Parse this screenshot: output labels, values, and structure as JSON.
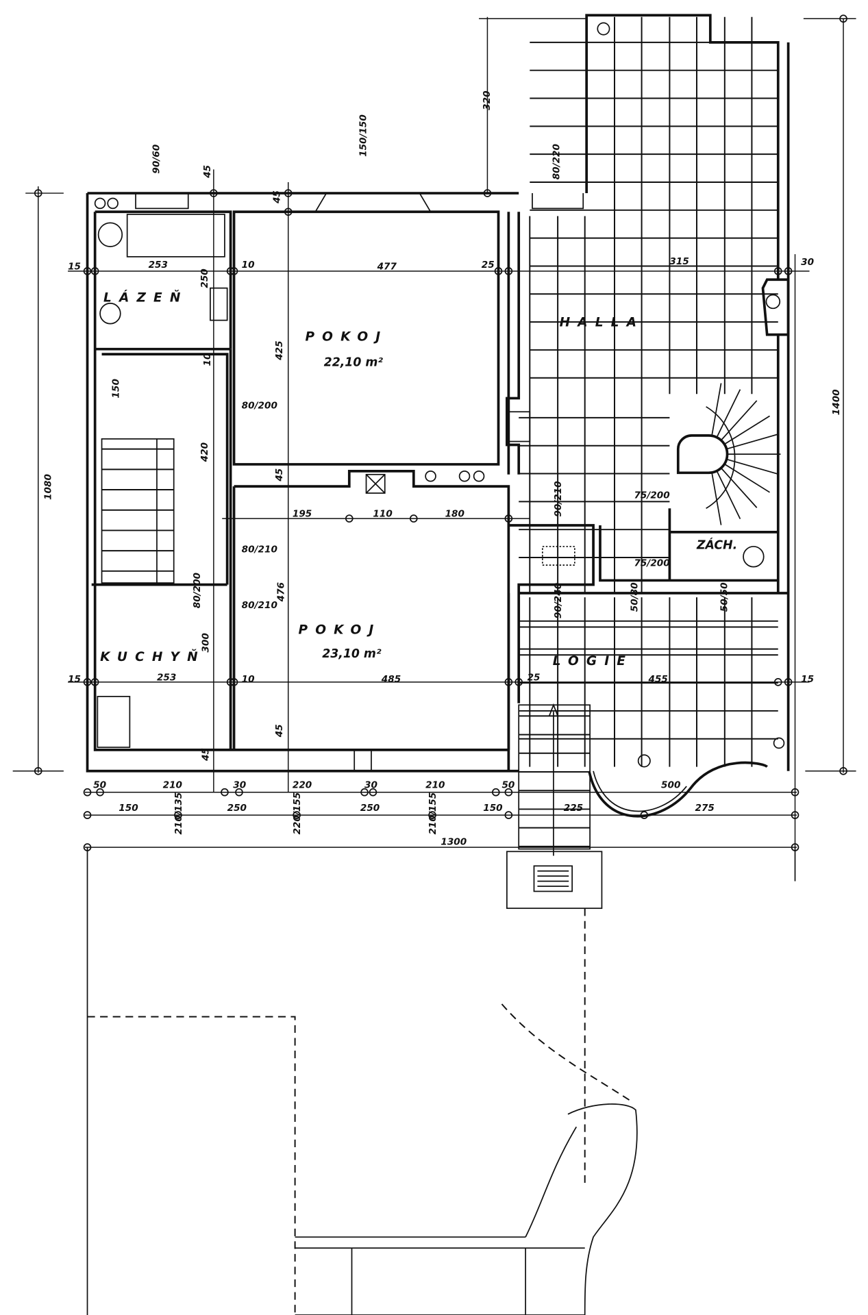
{
  "rooms": {
    "bathroom": "LÁZEŇ",
    "room1": "POKOJ",
    "room1_area": "22,10 m²",
    "hall": "HALLA",
    "room2": "POKOJ",
    "room2_area": "23,10 m²",
    "kitchen": "KUCHYŇ",
    "wc": "ZÁCH.",
    "loggia": "LOGIE"
  },
  "dimensions": [
    "90/60",
    "45",
    "45",
    "150/150",
    "320",
    "80/220",
    "15",
    "253",
    "250",
    "10",
    "477",
    "25",
    "315",
    "30",
    "425",
    "10",
    "150",
    "80/200",
    "420",
    "45",
    "195",
    "110",
    "180",
    "90/210",
    "80/210",
    "80/200",
    "80/210",
    "476",
    "300",
    "15",
    "253",
    "10",
    "485",
    "25",
    "455",
    "15",
    "45",
    "45",
    "75/200",
    "75/200",
    "90/240",
    "50/80",
    "50/50",
    "1080",
    "1400",
    "50",
    "210",
    "30",
    "220",
    "30",
    "210",
    "50",
    "500",
    "150",
    "250",
    "250",
    "150",
    "225",
    "275",
    "210/135",
    "220/155",
    "210/155",
    "1300"
  ]
}
